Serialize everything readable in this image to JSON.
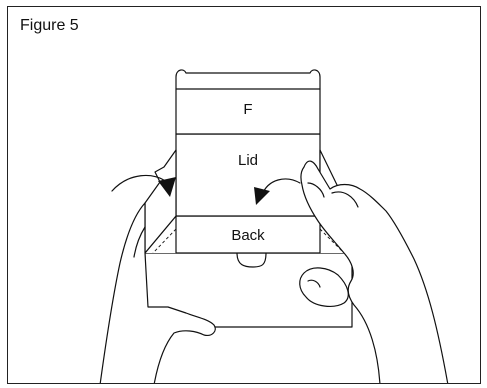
{
  "figure": {
    "title": "Figure 5",
    "labels": {
      "flap_f": "F",
      "lid": "Lid",
      "back": "Back"
    },
    "icons": [
      "curved-arrow-left",
      "curved-arrow-right"
    ],
    "colors": {
      "ink": "#111111",
      "paper": "#ffffff"
    }
  }
}
